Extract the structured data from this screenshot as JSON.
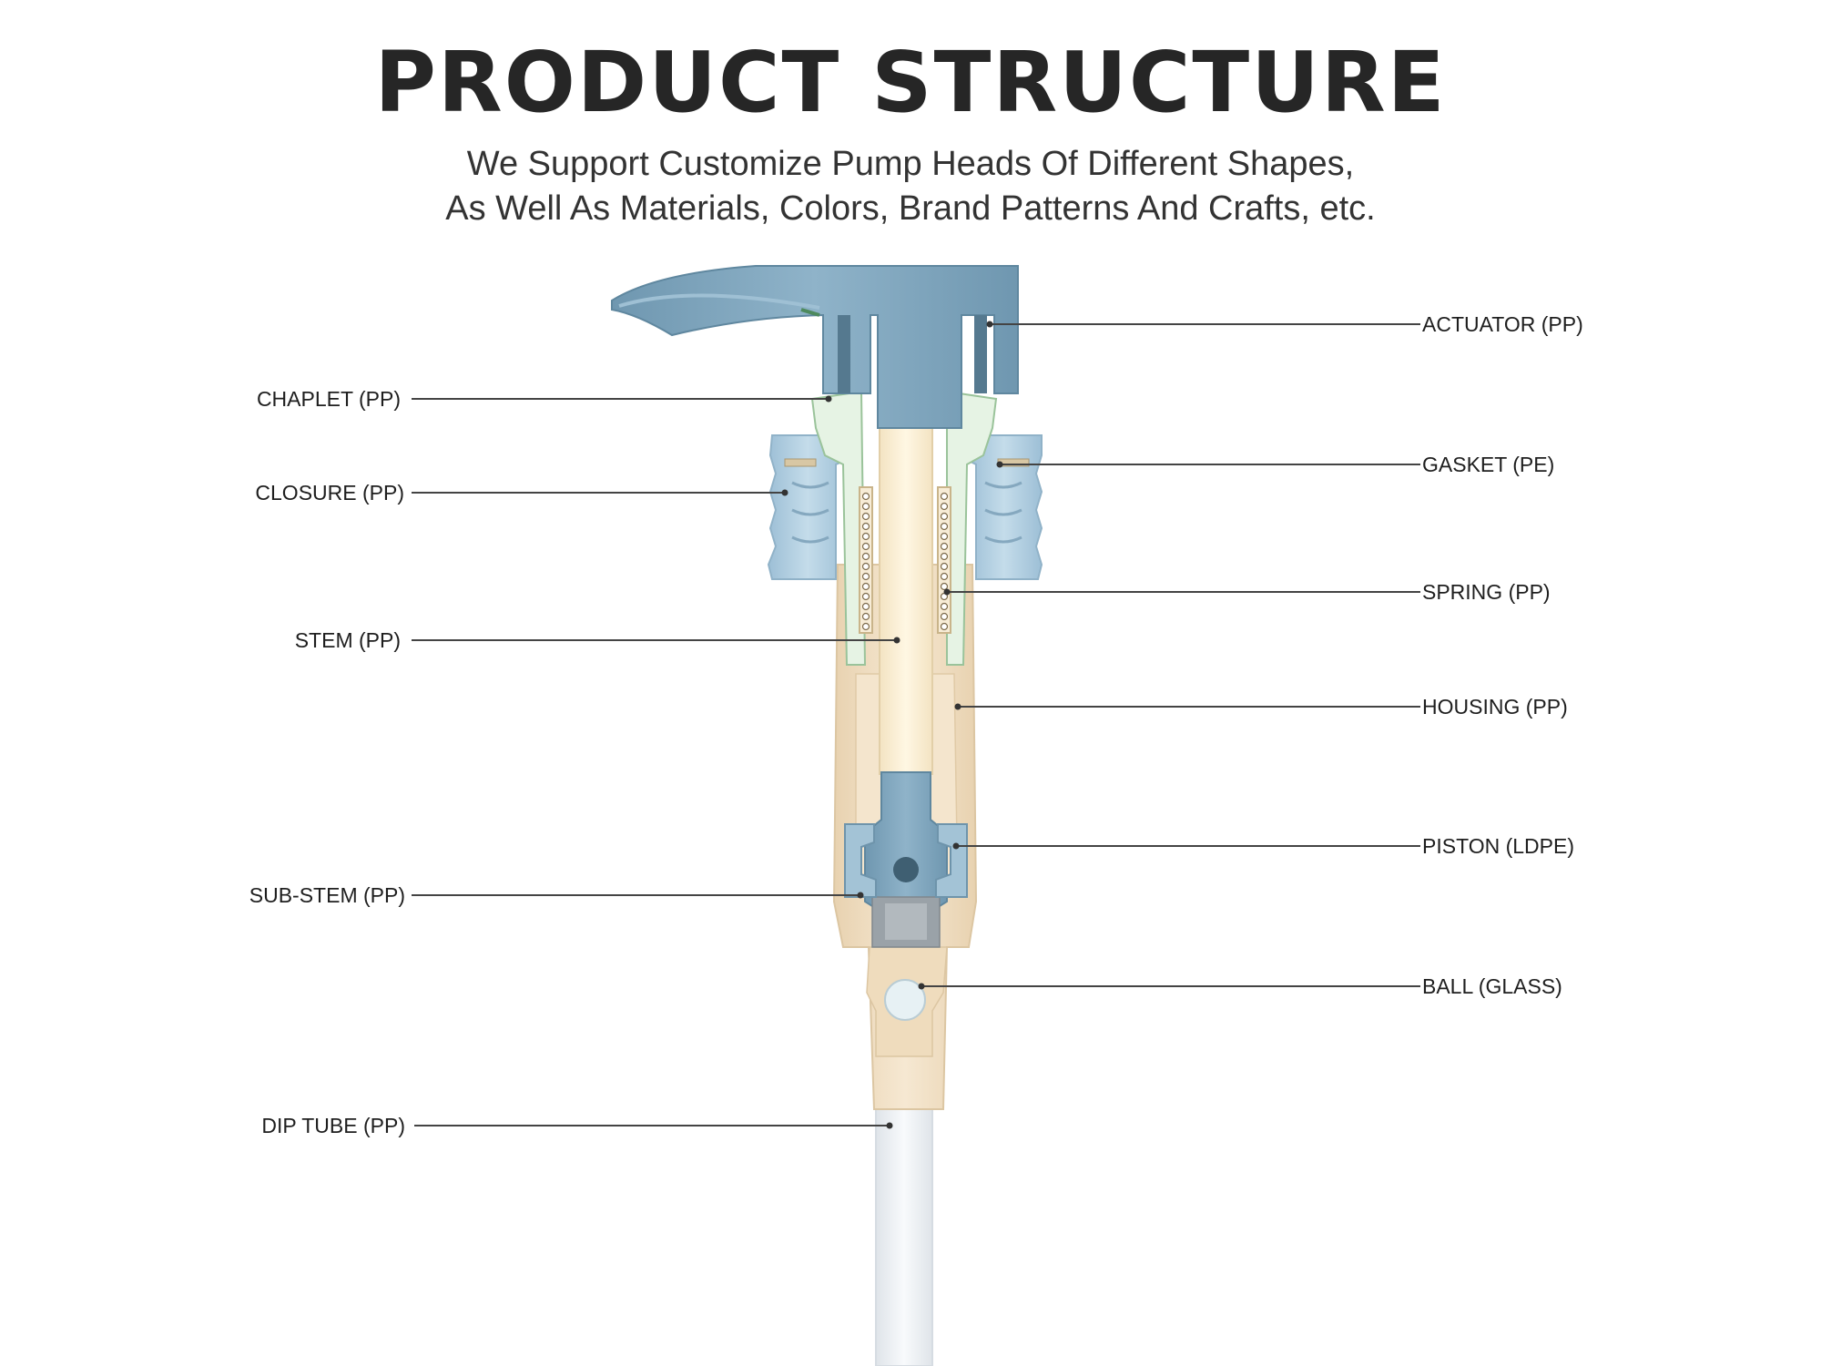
{
  "header": {
    "title": "PRODUCT STRUCTURE",
    "subtitle_line1": "We Support Customize Pump Heads Of Different Shapes,",
    "subtitle_line2": "As Well As Materials, Colors, Brand Patterns And Crafts, etc."
  },
  "parts": {
    "actuator": "ACTUATOR  (PP)",
    "chaplet": "CHAPLET (PP)",
    "gasket": "GASKET (PE)",
    "closure": "CLOSURE (PP)",
    "spring": "SPRING (PP)",
    "stem": "STEM (PP)",
    "housing": "HOUSING (PP)",
    "piston": "PISTON (LDPE)",
    "sub_stem": "SUB-STEM (PP)",
    "ball": "BALL (GLASS)",
    "dip_tube": "DIP TUBE (PP)"
  },
  "colors": {
    "actuator_blue": "#7fa6bd",
    "closure_blue": "#a9c8dc",
    "housing_beige": "#f1e1c6",
    "stem_cream": "#faefd3",
    "chaplet_green": "#cfe6cf",
    "dip_tube": "#eef1f4",
    "leader_line": "#444444"
  }
}
